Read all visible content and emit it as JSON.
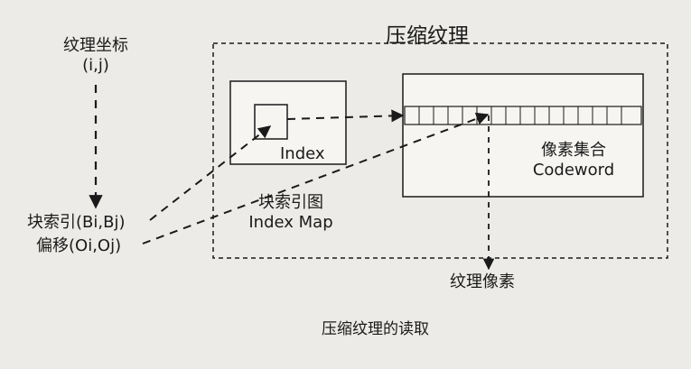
{
  "diagram": {
    "title": "压缩纹理",
    "texture_coord": {
      "line1": "纹理坐标",
      "line2": "(i,j)"
    },
    "block_index": "块索引(Bi,Bj)",
    "offset": "偏移(Oi,Oj)",
    "index_label": "Index",
    "index_map": {
      "zh": "块索引图",
      "en": "Index Map"
    },
    "codeword": {
      "zh": "像素集合",
      "en": "Codeword"
    },
    "output": "纹理像素",
    "caption": "压缩纹理的读取"
  },
  "colors": {
    "background": "#ecebe7",
    "ink": "#1a1a1a",
    "box_fill": "#f6f5f2"
  }
}
